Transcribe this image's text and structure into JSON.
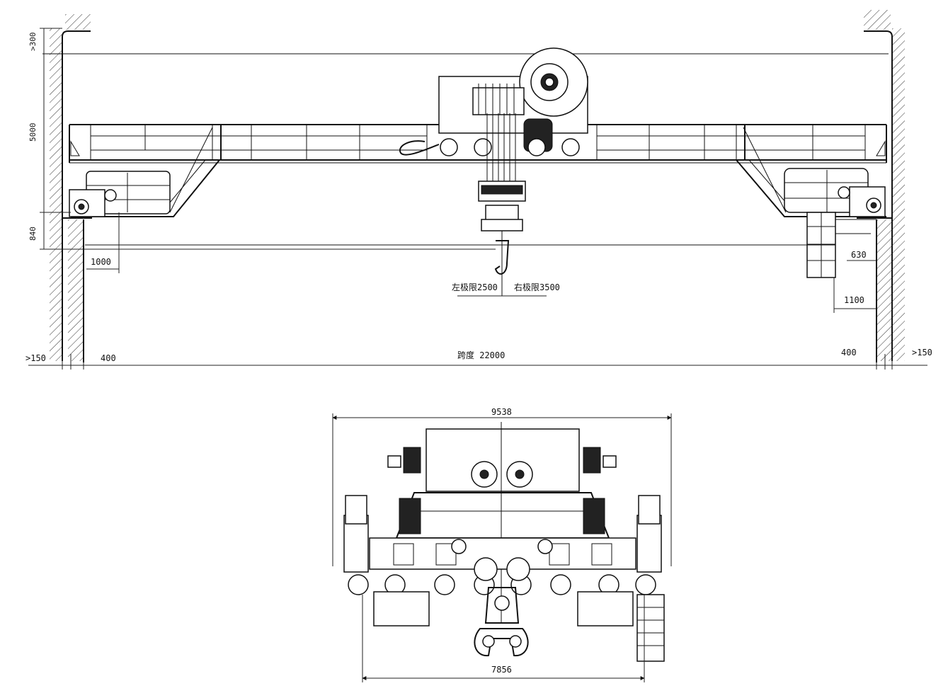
{
  "dimensions": {
    "top_clearance": ">300",
    "crane_height": "5000",
    "hook_below_rail": "840",
    "left_wall_gap": ">150",
    "left_end_400": "400",
    "span": "跨度 22000",
    "right_end_400": "400",
    "right_wall_gap": ">150",
    "left_hook_limit": "1000",
    "right_hook_630": "630",
    "right_hook_1100": "1100",
    "hook_left_limit": "左极限2500",
    "hook_right_limit": "右极限3500",
    "end_view_width": "9538",
    "wheel_base": "7856"
  },
  "colors": {
    "line": "#111111",
    "background": "#ffffff"
  }
}
